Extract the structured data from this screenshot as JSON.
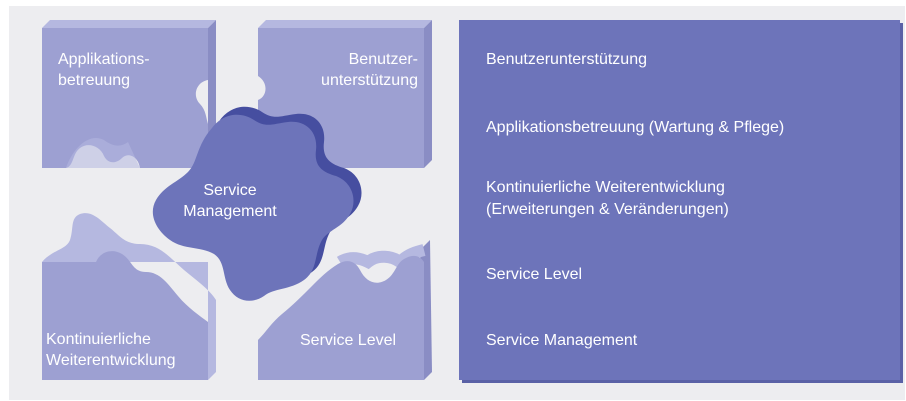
{
  "pieces": {
    "applikationsbetreuung": {
      "line1": "Applikations-",
      "line2": "betreuung"
    },
    "benutzerunterstuetzung": {
      "line1": "Benutzer-",
      "line2": "unterstützung"
    },
    "service_management": {
      "line1": "Service",
      "line2": "Management"
    },
    "kontinuierliche_weiterentwicklung": {
      "line1": "Kontinuierliche",
      "line2": "Weiterentwicklung"
    },
    "service_level": {
      "label": "Service Level"
    }
  },
  "info_box": {
    "items": [
      {
        "text": "Benutzerunterstützung"
      },
      {
        "text": "Applikationsbetreuung (Wartung & Pflege)"
      },
      {
        "text": "Kontinuierliche Weiterentwicklung",
        "text2": "(Erweiterungen & Veränderungen)"
      },
      {
        "text": "Service Level"
      },
      {
        "text": "Service Management"
      }
    ]
  },
  "colors": {
    "background": "#ededf0",
    "piece_face": "#9da0d2",
    "piece_side": "#b5b8e0",
    "center_face": "#6d74ba",
    "center_side": "#464ea0",
    "info_box": "#6d74ba"
  }
}
